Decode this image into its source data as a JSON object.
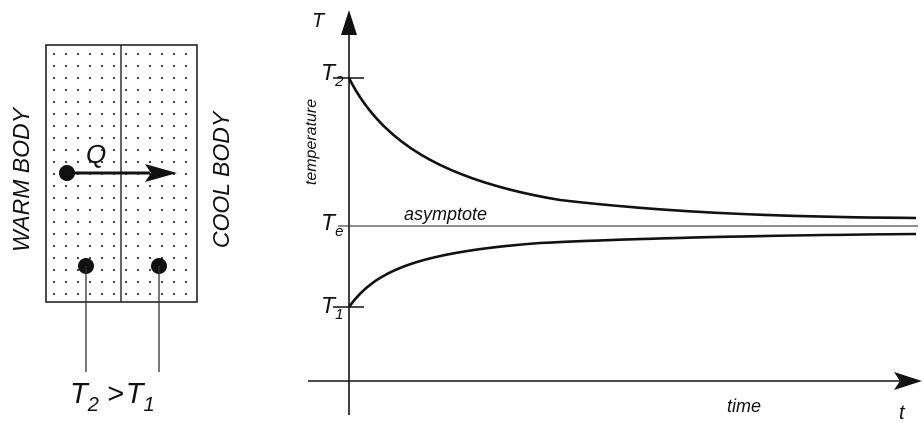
{
  "diagram": {
    "left": {
      "warm_body_label": "WARM BODY",
      "cool_body_label": "COOL BODY",
      "heat_label": "Q",
      "relation": {
        "left": "T",
        "left_sub": "2",
        "op": ">",
        "right": "T",
        "right_sub": "1"
      }
    },
    "graph": {
      "y_axis_symbol": "T",
      "y_axis_label": "temperature",
      "x_axis_symbol": "t",
      "x_axis_label": "time",
      "asymptote_label": "asymptote",
      "ticks": [
        {
          "base": "T",
          "sub": "2"
        },
        {
          "base": "T",
          "sub": "e"
        },
        {
          "base": "T",
          "sub": "1"
        }
      ]
    }
  },
  "colors": {
    "ink": "#111111",
    "background": "#ffffff"
  }
}
